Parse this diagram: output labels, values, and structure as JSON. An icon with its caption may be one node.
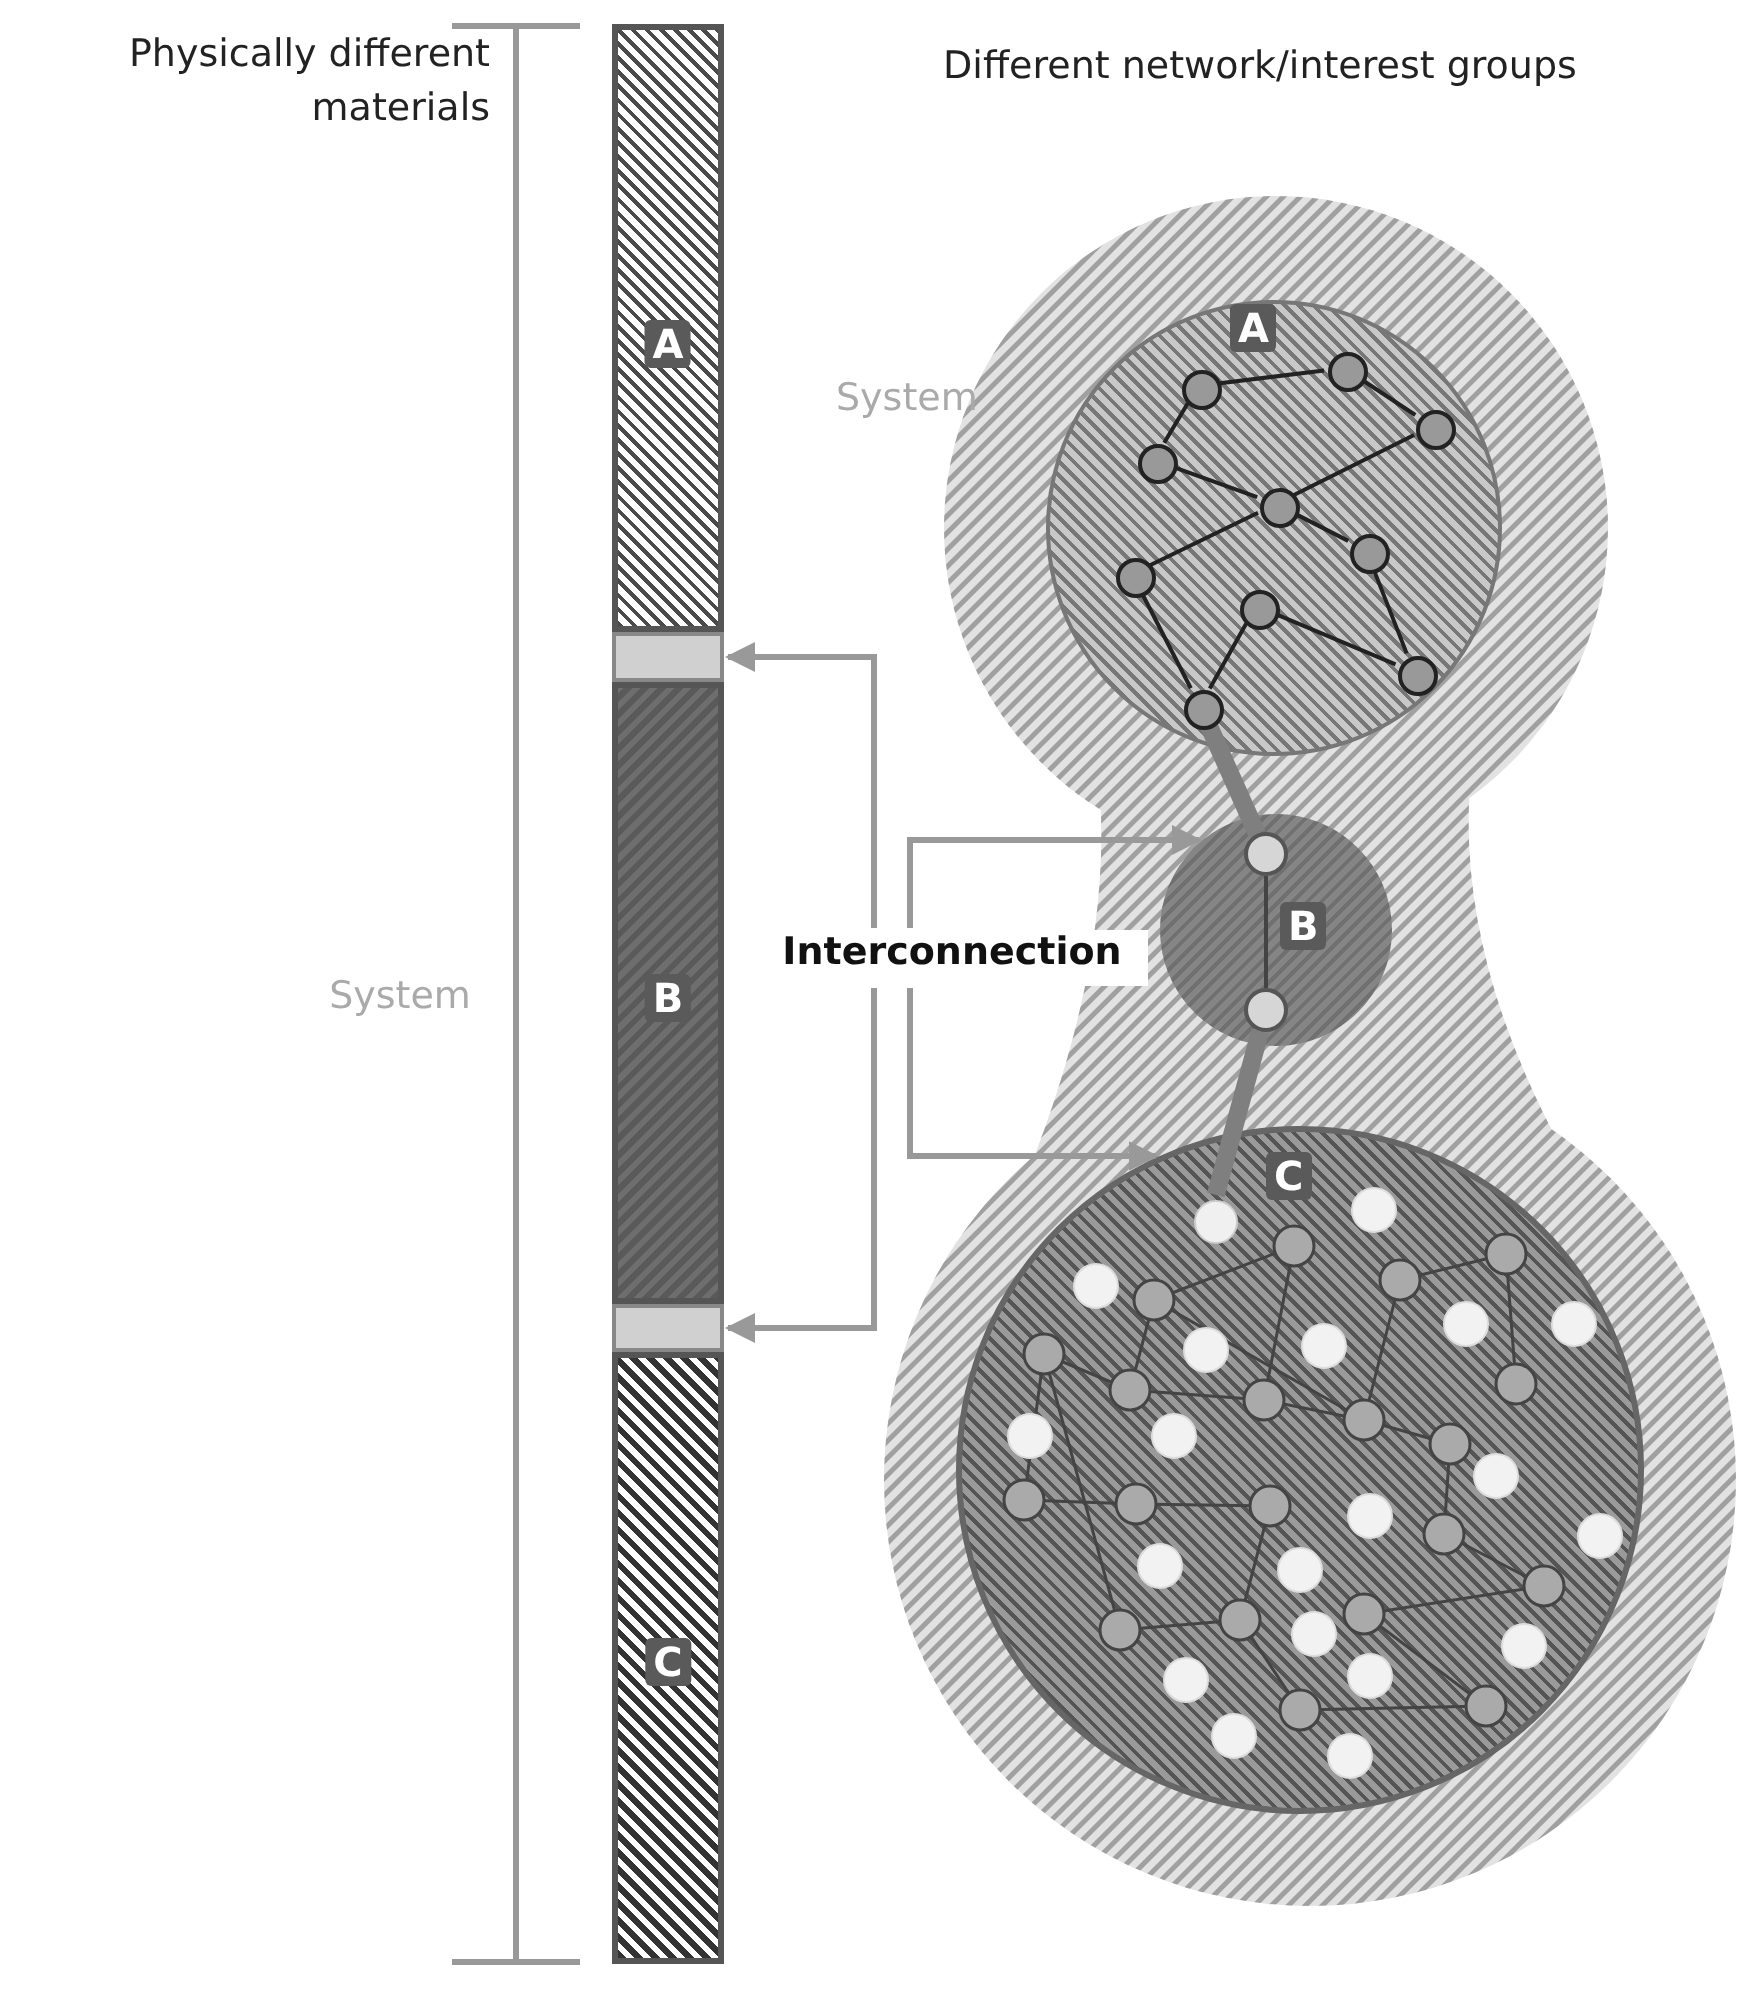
{
  "diagram": {
    "nodes": [
      {
        "text": [
          "A"
        ]
      },
      {
        "text": [],
        "shape": "box"
      },
      {
        "text": [
          "B"
        ]
      },
      {
        "text": [],
        "shape": "box"
      },
      {
        "text": [
          "C"
        ]
      },
      {
        "text": [
          "Interconnection"
        ]
      },
      {
        "text": [],
        "shape": "cloud"
      },
      {
        "text": [
          "A"
        ],
        "in": 6
      },
      {
        "text": [
          "B"
        ],
        "in": 6
      },
      {
        "text": [
          "C"
        ],
        "in": 6
      },
      {
        "text": [],
        "shape": "circle",
        "in": 7
      },
      {
        "text": [],
        "shape": "circle",
        "in": 7
      },
      {
        "text": [],
        "shape": "circle",
        "in": 7
      },
      {
        "text": [],
        "shape": "circle",
        "in": 7
      },
      {
        "text": [],
        "shape": "circle",
        "in": 7
      },
      {
        "text": [],
        "shape": "circle",
        "in": 7
      },
      {
        "text": [],
        "shape": "circle",
        "in": 7
      },
      {
        "text": [],
        "shape": "circle",
        "in": 7
      },
      {
        "text": [],
        "shape": "circle",
        "in": 7
      },
      {
        "text": [],
        "shape": "circle",
        "in": 7
      },
      {
        "text": [],
        "shape": "circle",
        "in": 8
      },
      {
        "text": [],
        "shape": "circle",
        "in": 8
      },
      {
        "text": [],
        "shape": "circle",
        "in": 9
      }
    ],
    "edges": [
      {
        "from": 5,
        "to": 1,
        "arrow": "to",
        "color": "#999999"
      },
      {
        "from": 5,
        "to": 3,
        "arrow": "to",
        "color": "#999999"
      },
      {
        "from": 5,
        "to": 8,
        "arrow": "to",
        "color": "#999999"
      },
      {
        "from": 5,
        "to": 9,
        "arrow": "to",
        "color": "#999999"
      },
      {
        "from": 10,
        "to": 11,
        "arrow": "none"
      },
      {
        "from": 11,
        "to": 12,
        "arrow": "none"
      },
      {
        "from": 10,
        "to": 13,
        "arrow": "none"
      },
      {
        "from": 13,
        "to": 14,
        "arrow": "none"
      },
      {
        "from": 14,
        "to": 12,
        "arrow": "none"
      },
      {
        "from": 14,
        "to": 15,
        "arrow": "none"
      },
      {
        "from": 14,
        "to": 16,
        "arrow": "none"
      },
      {
        "from": 15,
        "to": 18,
        "arrow": "none"
      },
      {
        "from": 17,
        "to": 18,
        "arrow": "none"
      },
      {
        "from": 16,
        "to": 19,
        "arrow": "none"
      },
      {
        "from": 17,
        "to": 19,
        "arrow": "none"
      },
      {
        "from": 20,
        "to": 21,
        "arrow": "none",
        "color": "#444444"
      },
      {
        "from": 19,
        "to": 20,
        "arrow": "none",
        "style": "thick",
        "color": "#7f7f7f"
      },
      {
        "from": 21,
        "to": 22,
        "arrow": "none",
        "style": "thick",
        "color": "#7f7f7f"
      }
    ],
    "labels": [
      "Physically different materials",
      "Different network/interest groups",
      "System",
      "System"
    ]
  }
}
